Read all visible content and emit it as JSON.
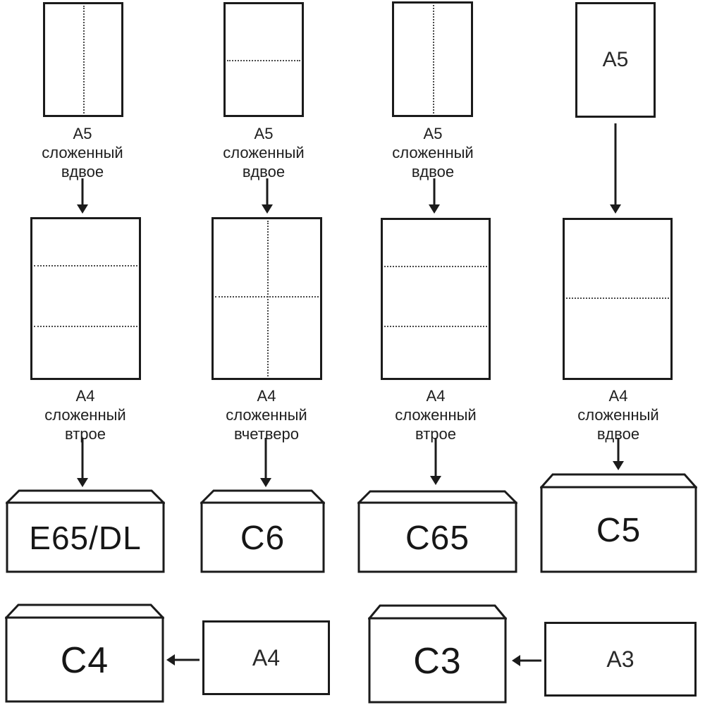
{
  "colors": {
    "line": "#1b1b1b",
    "fold_line": "#4a4a4a",
    "highlight_body": "#f5a0a0",
    "highlight_flap": "#f6adad"
  },
  "columns": [
    {
      "top_caption": {
        "line1": "А5",
        "line2": "сложенный",
        "line3": "вдвое"
      },
      "mid_caption": {
        "line1": "А4",
        "line2": "сложенный",
        "line3": "втрое"
      },
      "envelope_label": "E65/DL"
    },
    {
      "top_caption": {
        "line1": "А5",
        "line2": "сложенный",
        "line3": "вдвое"
      },
      "mid_caption": {
        "line1": "А4",
        "line2": "сложенный",
        "line3": "вчетверо"
      },
      "envelope_label": "C6"
    },
    {
      "top_caption": {
        "line1": "А5",
        "line2": "сложенный",
        "line3": "вдвое"
      },
      "mid_caption": {
        "line1": "А4",
        "line2": "сложенный",
        "line3": "втрое"
      },
      "envelope_label": "C65"
    },
    {
      "top_inner_label": "А5",
      "mid_caption": {
        "line1": "А4",
        "line2": "сложенный",
        "line3": "вдвое"
      },
      "envelope_label": "C5"
    }
  ],
  "bottom_row": {
    "left": {
      "envelope_label": "C4",
      "paper_label": "А4"
    },
    "right": {
      "envelope_label": "C3",
      "paper_label": "А3"
    }
  }
}
